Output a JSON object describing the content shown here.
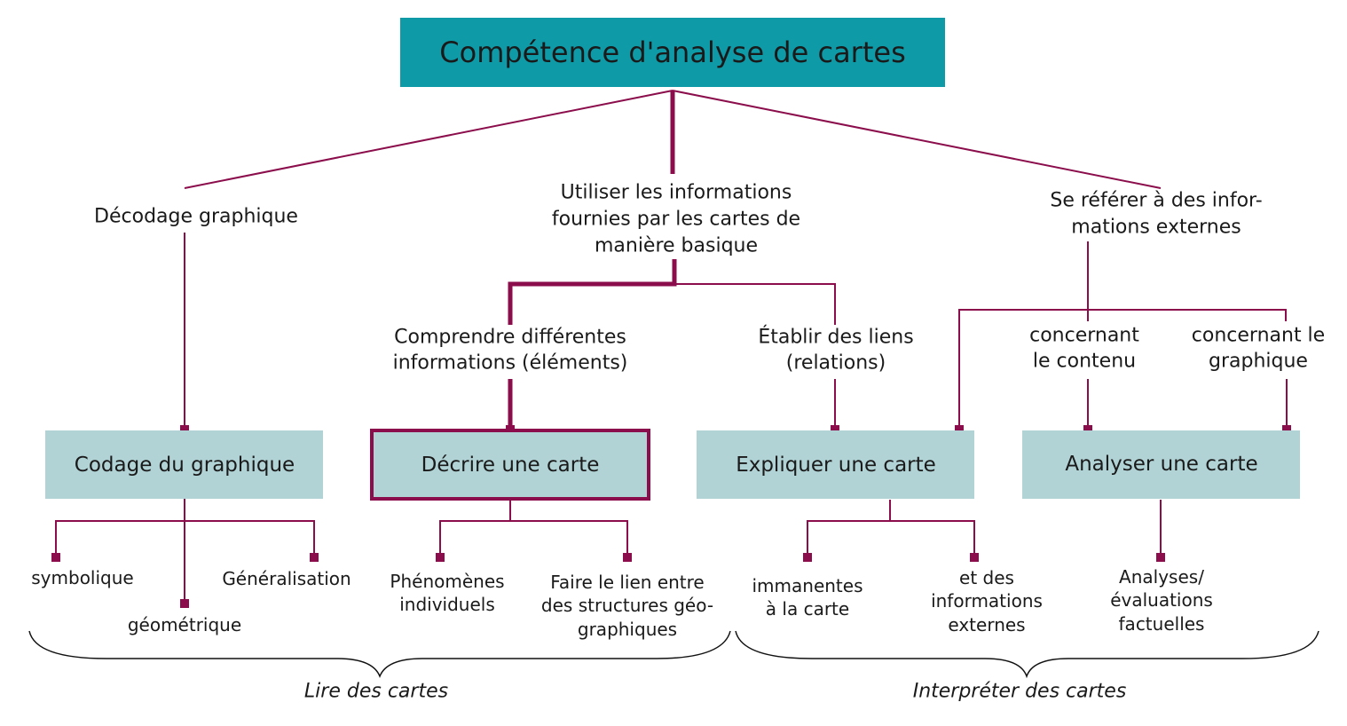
{
  "colors": {
    "title_bg": "#0f9aa8",
    "box_bg": "#b1d3d6",
    "accent": "#8b0d4b"
  },
  "title": "Compétence d'analyse de cartes",
  "level1": {
    "decoding": "Décodage graphique",
    "basic": [
      "Utiliser les informations",
      "fournies par les cartes de",
      "manière basique"
    ],
    "external": [
      "Se référer à des infor-",
      "mations externes"
    ]
  },
  "level2": {
    "understand": [
      "Comprendre différentes",
      "informations (éléments)"
    ],
    "links": [
      "Établir des liens",
      "(relations)"
    ],
    "content": [
      "concernant",
      "le contenu"
    ],
    "graphic": [
      "concernant le",
      "graphique"
    ]
  },
  "boxes": {
    "coding": "Codage du graphique",
    "describe": "Décrire une carte",
    "explain": "Expliquer une carte",
    "analyse": "Analyser une carte"
  },
  "leaves": {
    "symbolic": "symbolique",
    "geometric": "géométrique",
    "generalisation": "Généralisation",
    "phenomena": [
      "Phénomènes",
      "individuels"
    ],
    "link_structures": [
      "Faire le lien entre",
      "des structures géo-",
      "graphiques"
    ],
    "immanent": [
      "immanentes",
      "à la carte"
    ],
    "external_info": [
      "et des",
      "informations",
      "externes"
    ],
    "factual": [
      "Analyses/",
      "évaluations",
      "factuelles"
    ]
  },
  "groups": {
    "read": "Lire des cartes",
    "interpret": "Interpréter des cartes"
  }
}
